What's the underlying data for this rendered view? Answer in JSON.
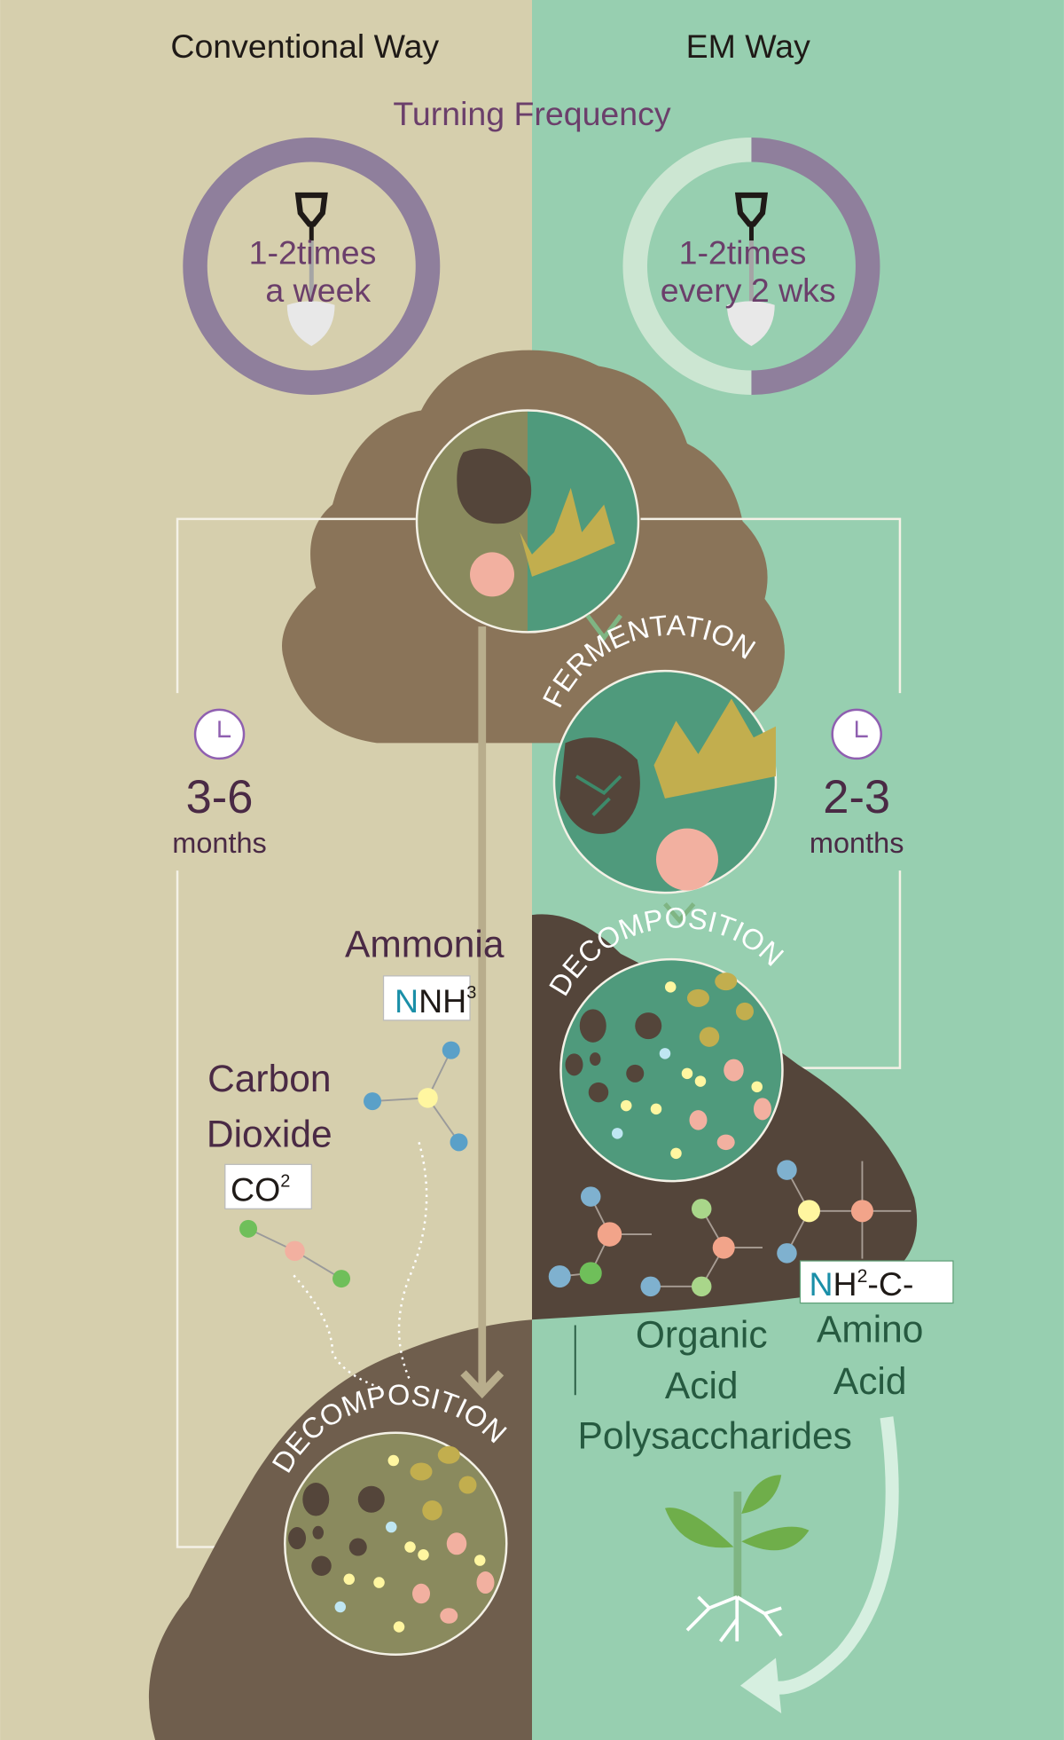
{
  "headers": {
    "left": "Conventional Way",
    "right": "EM Way",
    "center": "Turning Frequency"
  },
  "conventional": {
    "frequency_line1": "1-2times",
    "frequency_line2": "a week",
    "turning_ring_fraction": 1.0,
    "duration_value": "3-6",
    "duration_unit": "months",
    "ammonia_label": "Ammonia",
    "ammonia_formula_main": "NH",
    "ammonia_formula_sub": "3",
    "co2_label_line1": "Carbon",
    "co2_label_line2": "Dioxide",
    "co2_formula_main": "CO",
    "co2_formula_sub": "2",
    "decomposition_label": "DECOMPOSITION"
  },
  "em": {
    "frequency_line1": "1-2times",
    "frequency_line2": "every 2 wks",
    "turning_ring_fraction": 0.5,
    "duration_value": "2-3",
    "duration_unit": "months",
    "fermentation_label": "FERMENTATION",
    "decomposition_label": "DECOMPOSITION",
    "amino_formula_n": "N",
    "amino_formula_h": "H",
    "amino_formula_sub": "2",
    "amino_formula_rest": "-C-",
    "organic_acid_line1": "Organic",
    "organic_acid_line2": "Acid",
    "amino_acid_line1": "Amino",
    "amino_acid_line2": "Acid",
    "polysaccharides": "Polysaccharides"
  },
  "colors": {
    "left_bg": "#d6cfad",
    "right_bg": "#97cfb0",
    "purple_ring": "#8f7f9c",
    "purple_text": "#6b3f6b",
    "dark_text": "#4a2a45",
    "green_text": "#265a40",
    "mound": "#8a7459",
    "soil_dark": "#54453a"
  }
}
